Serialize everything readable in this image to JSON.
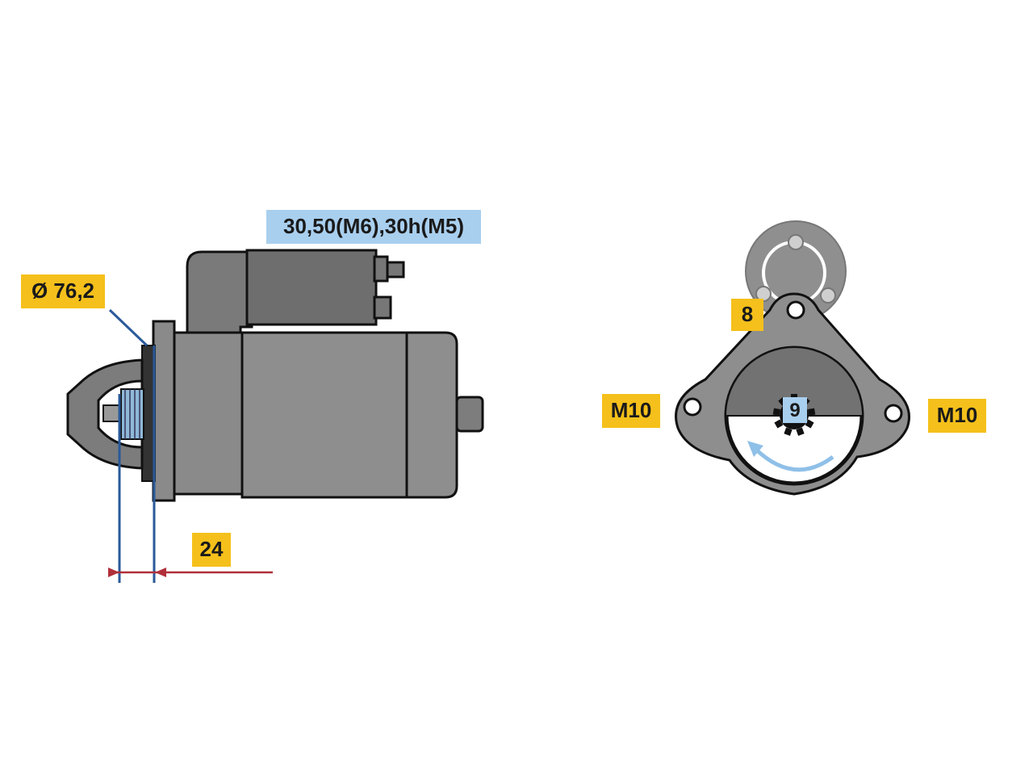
{
  "labels": {
    "terminals": "30,50(M6),30h(M5)",
    "diameter": "Ø 76,2",
    "flange_offset": "24",
    "bolt_holes": "8",
    "mount_left": "M10",
    "mount_right": "M10",
    "pinion_teeth": "9"
  },
  "colors": {
    "body": "#8a8a8a",
    "body_dark": "#6e6e6e",
    "outline": "#111111",
    "label_yellow": "#f5c01b",
    "label_blue": "#a9cfee",
    "dimension_blue": "#2a5a9a",
    "dimension_red": "#b0303a",
    "rotation_arrow": "#8fc0e8"
  }
}
